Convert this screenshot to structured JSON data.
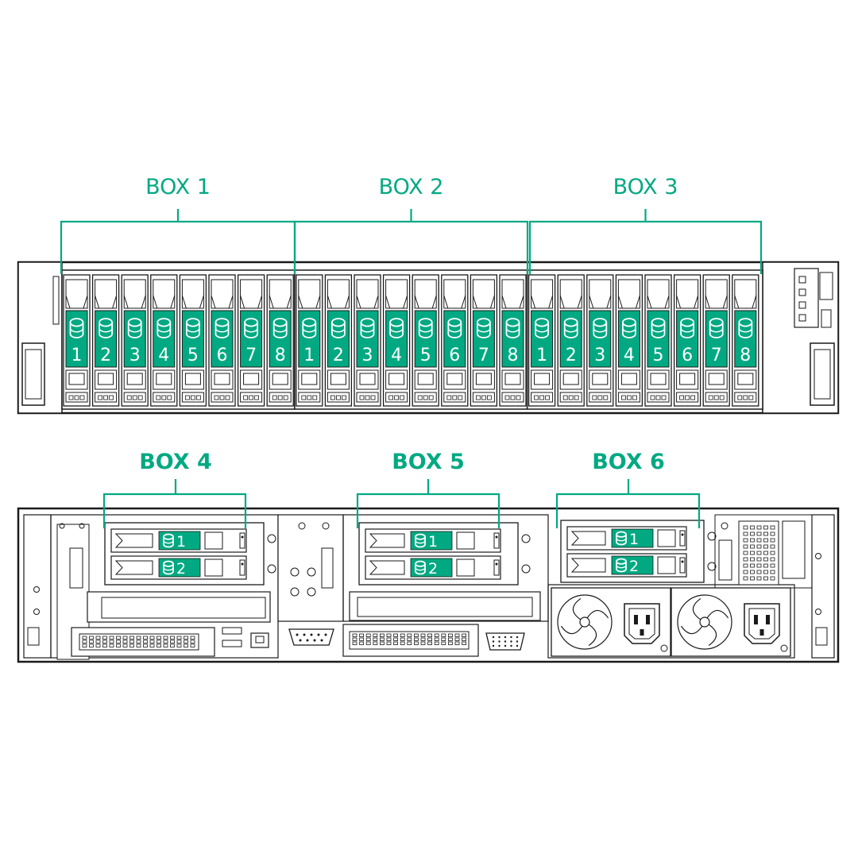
{
  "colors": {
    "accent": "#01a982",
    "line": "#1a1a1a",
    "chassis_fill": "#ffffff"
  },
  "front": {
    "groups": [
      {
        "label": "BOX 1",
        "bays": [
          "1",
          "2",
          "3",
          "4",
          "5",
          "6",
          "7",
          "8"
        ]
      },
      {
        "label": "BOX 2",
        "bays": [
          "1",
          "2",
          "3",
          "4",
          "5",
          "6",
          "7",
          "8"
        ]
      },
      {
        "label": "BOX 3",
        "bays": [
          "1",
          "2",
          "3",
          "4",
          "5",
          "6",
          "7",
          "8"
        ]
      }
    ],
    "drive_icon": "disk-cylinder-icon"
  },
  "rear": {
    "groups": [
      {
        "label": "BOX 4",
        "bays": [
          "1",
          "2"
        ]
      },
      {
        "label": "BOX 5",
        "bays": [
          "1",
          "2"
        ]
      },
      {
        "label": "BOX 6",
        "bays": [
          "1",
          "2"
        ]
      }
    ],
    "drive_icon": "disk-cylinder-icon",
    "psu_icons": [
      "fan-icon",
      "power-inlet-icon"
    ]
  }
}
